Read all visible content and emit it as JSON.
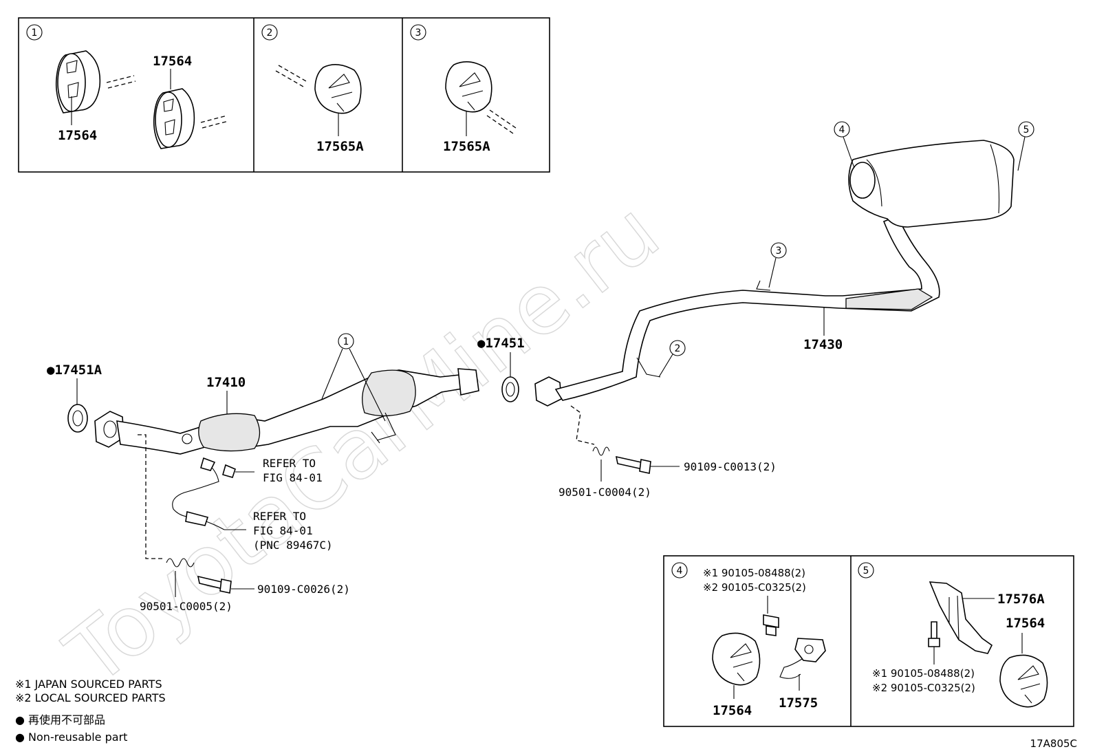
{
  "watermark": "ToyotaCarMine.ru",
  "figure_code": "17A805C",
  "insets": {
    "inset1": {
      "marker": "1",
      "part_top": "17564",
      "part_bottom": "17564"
    },
    "inset2": {
      "marker": "2",
      "part": "17565A"
    },
    "inset3": {
      "marker": "3",
      "part": "17565A"
    },
    "inset4": {
      "marker": "4",
      "bolt_line1": "※1 90105-08488(2)",
      "bolt_line2": "※2 90105-C0325(2)",
      "part_left": "17564",
      "part_right": "17575"
    },
    "inset5": {
      "marker": "5",
      "part_bracket": "17576A",
      "part_hanger": "17564",
      "bolt_line1": "※1 90105-08488(2)",
      "bolt_line2": "※2 90105-C0325(2)"
    }
  },
  "main": {
    "gasket_front": "●17451A",
    "pipe_front": "17410",
    "gasket_center": "●17451",
    "pipe_tail": "17430",
    "callout_1": "1",
    "callout_2": "2",
    "callout_3": "3",
    "callout_4": "4",
    "callout_5": "5",
    "refer1_line1": "REFER TO",
    "refer1_line2": "FIG 84-01",
    "refer2_line1": "REFER TO",
    "refer2_line2": "FIG 84-01",
    "refer2_line3": "(PNC 89467C)",
    "spring_front": "90501-C0005(2)",
    "bolt_front": "90109-C0026(2)",
    "spring_center": "90501-C0004(2)",
    "bolt_center": "90109-C0013(2)"
  },
  "legend": {
    "line1": "※1  JAPAN SOURCED PARTS",
    "line2": "※2  LOCAL SOURCED PARTS",
    "line3": "● 再使用不可部品",
    "line4": "● Non-reusable part"
  }
}
